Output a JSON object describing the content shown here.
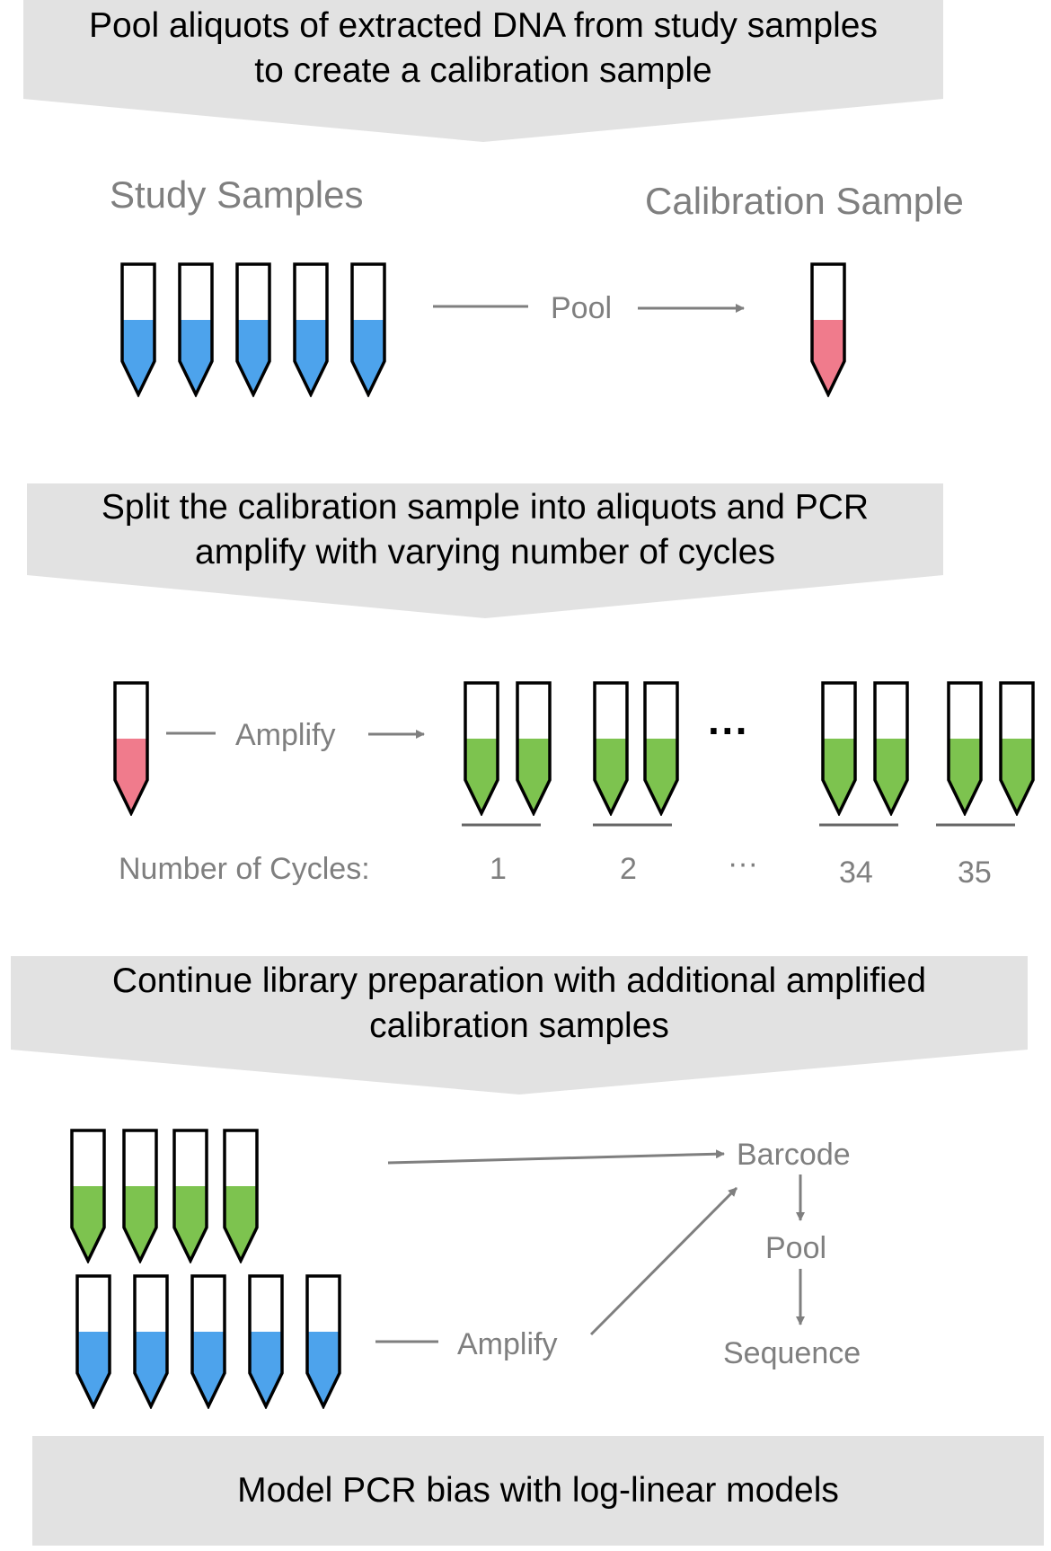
{
  "steps": {
    "pool_step": {
      "line1": "Pool aliquots of extracted DNA from study samples",
      "line2": "to create a calibration sample"
    },
    "split_step": {
      "line1": "Split the calibration sample into aliquots and PCR",
      "line2": "amplify with varying number of cycles"
    },
    "continue_step": {
      "line1": "Continue library preparation with additional amplified",
      "line2": "calibration samples"
    },
    "model_step": {
      "line1": "Model PCR bias with log-linear models"
    }
  },
  "section1": {
    "study_samples_label": "Study Samples",
    "calibration_sample_label": "Calibration Sample",
    "pool_label": "Pool"
  },
  "section2": {
    "amplify_label": "Amplify",
    "ellipsis": "···",
    "cycles_label": "Number of Cycles:",
    "cycle_values": [
      "1",
      "2",
      "···",
      "34",
      "35"
    ]
  },
  "section3": {
    "amplify_label": "Amplify",
    "barcode_label": "Barcode",
    "pool_label": "Pool",
    "sequence_label": "Sequence"
  },
  "colors": {
    "banner_gray": "#e2e2e2",
    "study_blue": "#4da3ec",
    "calibration_pink": "#f07b8c",
    "amplified_green": "#7dc34f",
    "label_gray": "#7f7f7f",
    "arrow_gray": "#7f7f7f"
  }
}
